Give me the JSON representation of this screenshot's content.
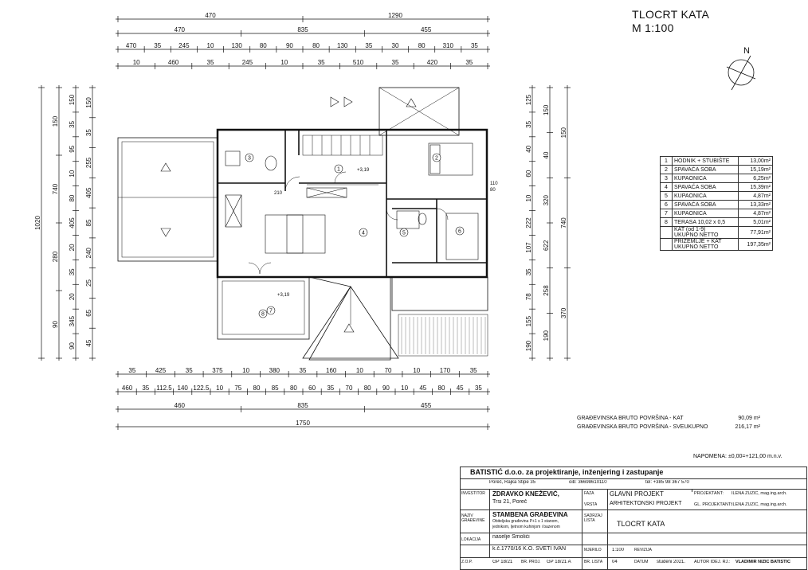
{
  "sheet": {
    "title": "TLOCRT KATA",
    "scale": "M 1:100",
    "north": "N"
  },
  "dims_top": {
    "r1": [
      "470",
      "1290"
    ],
    "r2": [
      "470",
      "835",
      "455"
    ],
    "r3": [
      "470",
      "35",
      "245",
      "10",
      "130",
      "80",
      "90",
      "80",
      "130",
      "35",
      "30",
      "80",
      "310",
      "35"
    ],
    "r4": [
      "10",
      "460",
      "35",
      "245",
      "10",
      "35",
      "510",
      "35",
      "420",
      "35"
    ]
  },
  "dims_bottom": {
    "r1": [
      "35",
      "425",
      "35",
      "375",
      "10",
      "380",
      "35",
      "160",
      "10",
      "70",
      "10",
      "170",
      "35"
    ],
    "r2": [
      "460",
      "35",
      "112.5",
      "140",
      "122.5",
      "10",
      "75",
      "80",
      "85",
      "80",
      "60",
      "35",
      "70",
      "80",
      "90",
      "10",
      "45",
      "80",
      "45",
      "35"
    ],
    "r3": [
      "460",
      "835",
      "455"
    ],
    "r4": [
      "1750"
    ]
  },
  "dims_left": {
    "r1": [
      "1020"
    ],
    "r2": [
      "150",
      "740",
      "280",
      "90"
    ],
    "r3": [
      "150",
      "35",
      "95",
      "10",
      "80",
      "405",
      "20",
      "35",
      "20",
      "345",
      "90"
    ],
    "r4": [
      "150",
      "35",
      "255",
      "405",
      "85",
      "240",
      "25",
      "65",
      "45"
    ]
  },
  "dims_right": {
    "r1": [
      "150",
      "740",
      "370"
    ],
    "r2": [
      "150",
      "40",
      "320",
      "622",
      "258",
      "190"
    ],
    "r3": [
      "125",
      "35",
      "40",
      "60",
      "10",
      "222",
      "107",
      "35",
      "78",
      "155",
      "190"
    ]
  },
  "plan_labels": {
    "room_nums": [
      "1",
      "2",
      "3",
      "4",
      "5",
      "6",
      "7",
      "8"
    ],
    "level_1": "+3,19",
    "level_2": "+3,19",
    "door_110": "110",
    "door_80": "80",
    "door_210": "210"
  },
  "rooms": [
    {
      "n": "1",
      "name": "HODNIK + STUBIŠTE",
      "area": "13,00m²"
    },
    {
      "n": "2",
      "name": "SPAVAĆA SOBA",
      "area": "15,19m²"
    },
    {
      "n": "3",
      "name": "KUPAONICA",
      "area": "6,25m²"
    },
    {
      "n": "4",
      "name": "SPAVAĆA SOBA",
      "area": "15,39m²"
    },
    {
      "n": "5",
      "name": "KUPAONICA",
      "area": "4,87m²"
    },
    {
      "n": "6",
      "name": "SPAVAĆA SOBA",
      "area": "13,33m²"
    },
    {
      "n": "7",
      "name": "KUPAONICA",
      "area": "4,87m²"
    },
    {
      "n": "8",
      "name": "TERASA 10,02 x 0,5",
      "area": "5,01m²"
    }
  ],
  "totals": {
    "kat_label": "KAT (od 1-9)",
    "kat_net_label": "UKUPNO NETTO",
    "kat_net": "77,91m²",
    "all_label": "PRIZEMLJE + KAT",
    "all_net_label": "UKUPNO NETTO",
    "all_net": "197,35m²"
  },
  "gross": {
    "kat_label": "GRAĐEVINSKA BRUTO POVRŠINA - KAT",
    "kat_value": "90,09 m²",
    "all_label": "GRAĐEVINSKA BRUTO POVRŠINA - SVEUKUPNO",
    "all_value": "216,17 m²"
  },
  "note": "NAPOMENA: ±0,00=+121,00 m.n.v.",
  "titleblock": {
    "company": "BATISTIĆ d.o.o. za projektiranje, inženjering i zastupanje",
    "address": "Poreč, Rajka Stipe 35",
    "oib": "oib: 36698610110",
    "tel": "tel: +385 98 367 570",
    "investitor_label": "INVESTITOR",
    "investitor": "ZDRAVKO KNEŽEVIĆ,",
    "investitor_addr": "Trsi 21, Poreč",
    "naziv_label": "NAZIV GRAĐEVINE",
    "naziv": "STAMBENA GRAĐEVINA",
    "naziv_desc1": "Obiteljska građevina P+1 s 1 stanom,",
    "naziv_desc2": "jednikom, ljetnom kuhinjom i bazenom",
    "lokacija_label": "LOKACIJA",
    "lokacija1": "naselje Smolići",
    "lokacija2": "k.č.1770/16 K.O. SVETI IVAN",
    "faza_label": "FAZA",
    "faza": "GLAVNI PROJEKT",
    "vrsta_label": "VRSTA",
    "vrsta": "ARHITEKTONSKI PROJEKT",
    "sadrzaj_label": "SADRŽAJ LISTA",
    "sadrzaj": "TLOCRT KATA",
    "projektant_label": "PROJEKTANT:",
    "projektant": "ILENA ŽUŽIĆ, mag.ing.arch.",
    "gl_projektant_label": "GL. PROJEKTANT:",
    "gl_projektant": "ILENA ŽUŽIĆ, mag.ing.arch.",
    "mjerilo_label": "MJERILO",
    "mjerilo": "1:100",
    "revizija_label": "REVIZIJA",
    "zop_label": "Z.O.P.",
    "zop": "GP 18/21",
    "br_proj_label": "BR. PROJ.",
    "br_proj": "GP 18/21 A",
    "br_lista_label": "BR. LISTA",
    "br_lista": "04",
    "datum_label": "DATUM",
    "datum": "studeni 2021.",
    "autor_label": "AUTOR IDEJ. RJ.:",
    "autor": "VLADIMIR NIŽIĆ BATISTIĆ"
  }
}
